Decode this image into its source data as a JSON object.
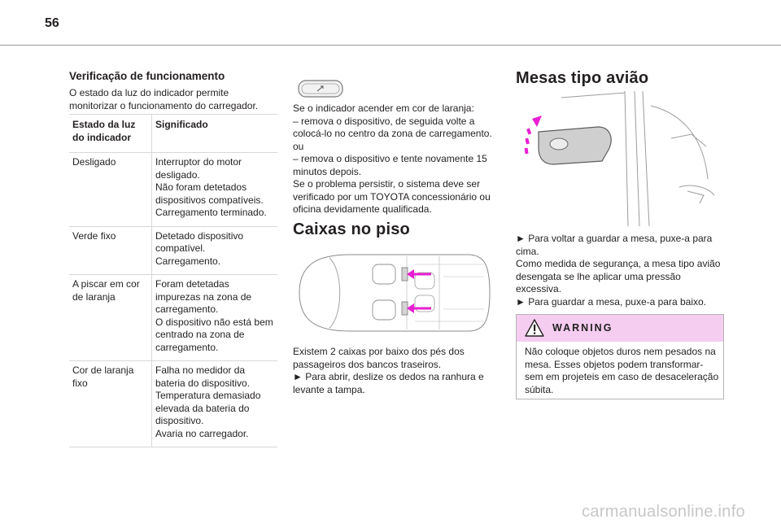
{
  "page": {
    "number": "56"
  },
  "col1": {
    "heading": "Verificação de funcionamento",
    "intro": "O estado da luz do indicador permite monitorizar o funcionamento do carregador.",
    "table": {
      "headers": [
        "Estado da luz do indicador",
        "Significado"
      ],
      "rows": [
        {
          "state": "Desligado",
          "meaning": [
            "Interruptor do motor desligado.",
            "Não foram detetados dispositivos compatíveis.",
            "Carregamento terminado."
          ]
        },
        {
          "state": "Verde fixo",
          "meaning": [
            "Detetado dispositivo compatível.",
            "Carregamento."
          ]
        },
        {
          "state": "A piscar em cor de laranja",
          "meaning": [
            "Foram detetadas impurezas na zona de carregamento.",
            "O dispositivo não está bem centrado na zona de carregamento."
          ]
        },
        {
          "state": "Cor de laranja fixo",
          "meaning": [
            "Falha no medidor da bateria do dispositivo.",
            "Temperatura demasiado elevada da bateria do dispositivo.",
            "Avaria no carregador."
          ]
        }
      ]
    }
  },
  "col2": {
    "indicator_lines": [
      "Se o indicador acender em cor de laranja:",
      "–  remova o dispositivo, de seguida volte a colocá-lo no centro da zona de carregamento.",
      "ou",
      "–  remova o dispositivo e tente novamente 15 minutos depois.",
      "Se o problema persistir, o sistema deve ser verificado por um TOYOTA concessionário ou oficina devidamente qualificada."
    ],
    "floor_heading": "Caixas no piso",
    "floor_lines": [
      "Existem 2 caixas por baixo dos pés dos passageiros dos bancos traseiros.",
      "►  Para abrir, deslize os dedos na ranhura e levante a tampa."
    ]
  },
  "col3": {
    "heading": "Mesas tipo avião",
    "lines": [
      "►  Para voltar a guardar a mesa, puxe-a para cima.",
      "Como medida de segurança, a mesa tipo avião desengata se lhe aplicar uma pressão excessiva.",
      "►  Para guardar a mesa, puxe-a para baixo."
    ],
    "warning": {
      "title": "WARNING",
      "text": "Não coloque objetos duros nem pesados na mesa. Esses objetos podem transformar-sem em projeteis em caso de desaceleração súbita."
    }
  },
  "watermark": "carmanualsonline.info",
  "colors": {
    "accent_magenta": "#e81fd2",
    "warning_band": "#f5cdf0",
    "rule": "#9a9a9a"
  }
}
